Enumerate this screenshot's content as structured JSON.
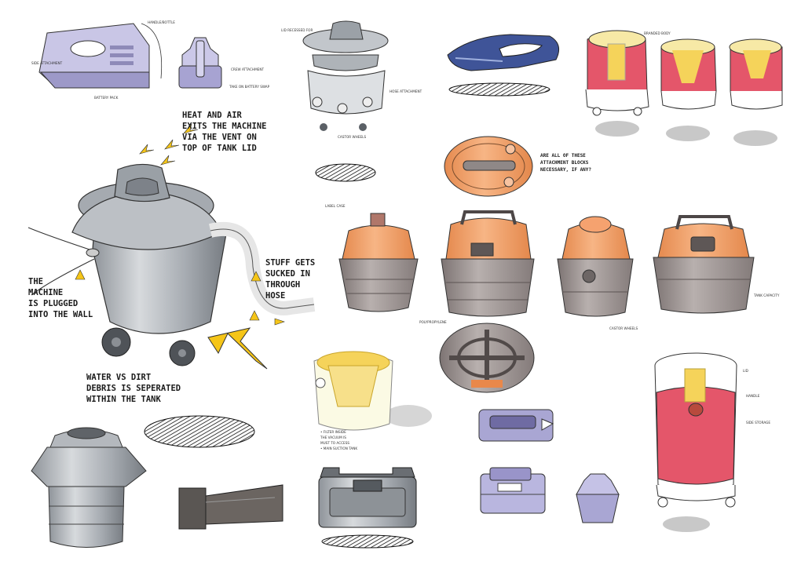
{
  "annotations": {
    "heat_air": [
      "HEAT AND AIR",
      "EXITS THE MACHINE",
      "VIA THE VENT ON",
      "TOP OF TANK LID"
    ],
    "stuff_sucked": [
      "STUFF GETS",
      "SUCKED IN",
      "THROUGH",
      "HOSE"
    ],
    "plugged": [
      "THE",
      "MACHINE",
      "IS PLUGGED",
      "INTO THE WALL"
    ],
    "water_dirt": [
      "WATER VS DIRT",
      "DEBRIS IS SEPERATED",
      "WITHIN THE TANK"
    ],
    "attachments_question": [
      "ARE ALL OF THESE",
      "ATTACHMENT BLOCKS",
      "NECESSARY, IF ANY?"
    ],
    "filter_caption": [
      "• FILTER INSIDE",
      "THE VACUUM IS",
      "MUST TO ACCESS",
      "• MAIN SUCTION TANK"
    ]
  },
  "colors": {
    "ink": "#1a1a1a",
    "grey_body": "#b9bdc3",
    "grey_dark": "#6e7378",
    "orange": "#f3a069",
    "taupe": "#9b9190",
    "red": "#e4566a",
    "yellow": "#f5d35a",
    "arrow_yellow": "#f5c518",
    "purple": "#a9a6d3",
    "navy": "#3a4f93"
  }
}
